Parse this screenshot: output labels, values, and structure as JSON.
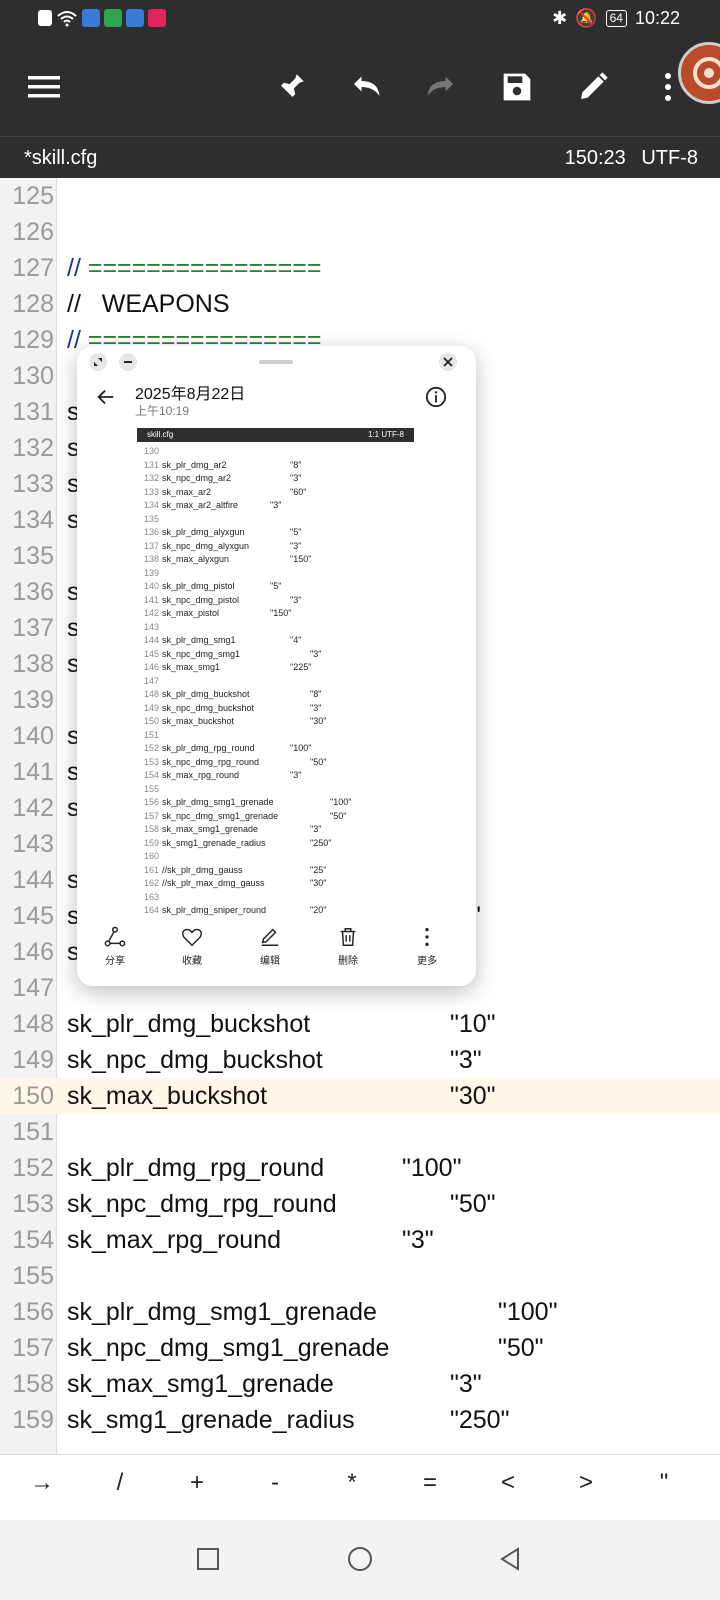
{
  "status": {
    "time": "10:22",
    "battery": "64"
  },
  "file": {
    "name": "*skill.cfg",
    "position": "150:23",
    "encoding": "UTF-8"
  },
  "editor_lines": [
    {
      "n": "125",
      "code": "",
      "value": "",
      "vx": 0
    },
    {
      "n": "126",
      "code": "",
      "value": "",
      "vx": 0
    },
    {
      "n": "127",
      "code": "// ================",
      "comment": true,
      "value": "",
      "vx": 0
    },
    {
      "n": "128",
      "code": "//   WEAPONS",
      "value": "",
      "vx": 0
    },
    {
      "n": "129",
      "code": "// ================",
      "comment": true,
      "value": "",
      "vx": 0
    },
    {
      "n": "130",
      "code": "",
      "value": "",
      "vx": 0
    },
    {
      "n": "131",
      "code": "s",
      "value": "",
      "vx": 0
    },
    {
      "n": "132",
      "code": "s",
      "value": "",
      "vx": 0
    },
    {
      "n": "133",
      "code": "s",
      "value": "",
      "vx": 0
    },
    {
      "n": "134",
      "code": "s",
      "value": "",
      "vx": 0
    },
    {
      "n": "135",
      "code": "",
      "value": "",
      "vx": 0
    },
    {
      "n": "136",
      "code": "s",
      "value": "",
      "vx": 0
    },
    {
      "n": "137",
      "code": "s",
      "value": "",
      "vx": 0
    },
    {
      "n": "138",
      "code": "s",
      "value": "",
      "vx": 0
    },
    {
      "n": "139",
      "code": "",
      "value": "",
      "vx": 0
    },
    {
      "n": "140",
      "code": "s",
      "value": "",
      "vx": 0
    },
    {
      "n": "141",
      "code": "s",
      "value": "",
      "vx": 0
    },
    {
      "n": "142",
      "code": "s",
      "value": "",
      "vx": 0
    },
    {
      "n": "143",
      "code": "",
      "value": "",
      "vx": 0
    },
    {
      "n": "144",
      "code": "s",
      "value": "",
      "vx": 0
    },
    {
      "n": "145",
      "code": "s",
      "value": "\"",
      "vx": 472
    },
    {
      "n": "146",
      "code": "s",
      "value": "",
      "vx": 0
    },
    {
      "n": "147",
      "code": "",
      "value": "",
      "vx": 0
    },
    {
      "n": "148",
      "code": "sk_plr_dmg_buckshot",
      "value": "\"10\"",
      "vx": 450
    },
    {
      "n": "149",
      "code": "sk_npc_dmg_buckshot",
      "value": "\"3\"",
      "vx": 450
    },
    {
      "n": "150",
      "code": "sk_max_buckshot",
      "value": "\"30\"",
      "vx": 450,
      "current": true
    },
    {
      "n": "151",
      "code": "",
      "value": "",
      "vx": 0
    },
    {
      "n": "152",
      "code": "sk_plr_dmg_rpg_round",
      "value": "\"100\"",
      "vx": 402
    },
    {
      "n": "153",
      "code": "sk_npc_dmg_rpg_round",
      "value": "\"50\"",
      "vx": 450
    },
    {
      "n": "154",
      "code": "sk_max_rpg_round",
      "value": "\"3\"",
      "vx": 402
    },
    {
      "n": "155",
      "code": "",
      "value": "",
      "vx": 0
    },
    {
      "n": "156",
      "code": "sk_plr_dmg_smg1_grenade",
      "value": "\"100\"",
      "vx": 498
    },
    {
      "n": "157",
      "code": "sk_npc_dmg_smg1_grenade",
      "value": "\"50\"",
      "vx": 498
    },
    {
      "n": "158",
      "code": "sk_max_smg1_grenade",
      "value": "\"3\"",
      "vx": 450
    },
    {
      "n": "159",
      "code": "sk_smg1_grenade_radius",
      "value": "\"250\"",
      "vx": 450
    }
  ],
  "keys": [
    "→",
    "/",
    "+",
    "-",
    "*",
    "=",
    "<",
    ">",
    "\""
  ],
  "popup": {
    "date": "2025年8月22日",
    "time": "上午10:19",
    "shot_title": "skill.cfg",
    "shot_pos": "1:1  UTF-8",
    "lines": [
      {
        "n": "130",
        "code": "",
        "value": "",
        "vx": 0
      },
      {
        "n": "131",
        "code": "sk_plr_dmg_ar2",
        "value": "\"8\"",
        "vx": 153
      },
      {
        "n": "132",
        "code": "sk_npc_dmg_ar2",
        "value": "\"3\"",
        "vx": 153
      },
      {
        "n": "133",
        "code": "sk_max_ar2",
        "value": "\"60\"",
        "vx": 153
      },
      {
        "n": "134",
        "code": "sk_max_ar2_altfire",
        "value": "\"3\"",
        "vx": 133
      },
      {
        "n": "135",
        "code": "",
        "value": "",
        "vx": 0
      },
      {
        "n": "136",
        "code": "sk_plr_dmg_alyxgun",
        "value": "\"5\"",
        "vx": 153
      },
      {
        "n": "137",
        "code": "sk_npc_dmg_alyxgun",
        "value": "\"3\"",
        "vx": 153
      },
      {
        "n": "138",
        "code": "sk_max_alyxgun",
        "value": "\"150\"",
        "vx": 153
      },
      {
        "n": "139",
        "code": "",
        "value": "",
        "vx": 0
      },
      {
        "n": "140",
        "code": "sk_plr_dmg_pistol",
        "value": "\"5\"",
        "vx": 133
      },
      {
        "n": "141",
        "code": "sk_npc_dmg_pistol",
        "value": "\"3\"",
        "vx": 153
      },
      {
        "n": "142",
        "code": "sk_max_pistol",
        "value": "\"150\"",
        "vx": 133
      },
      {
        "n": "143",
        "code": "",
        "value": "",
        "vx": 0
      },
      {
        "n": "144",
        "code": "sk_plr_dmg_smg1",
        "value": "\"4\"",
        "vx": 153
      },
      {
        "n": "145",
        "code": "sk_npc_dmg_smg1",
        "value": "\"3\"",
        "vx": 173
      },
      {
        "n": "146",
        "code": "sk_max_smg1",
        "value": "\"225\"",
        "vx": 153
      },
      {
        "n": "147",
        "code": "",
        "value": "",
        "vx": 0
      },
      {
        "n": "148",
        "code": "sk_plr_dmg_buckshot",
        "value": "\"8\"",
        "vx": 173
      },
      {
        "n": "149",
        "code": "sk_npc_dmg_buckshot",
        "value": "\"3\"",
        "vx": 173
      },
      {
        "n": "150",
        "code": "sk_max_buckshot",
        "value": "\"30\"",
        "vx": 173
      },
      {
        "n": "151",
        "code": "",
        "value": "",
        "vx": 0
      },
      {
        "n": "152",
        "code": "sk_plr_dmg_rpg_round",
        "value": "\"100\"",
        "vx": 153
      },
      {
        "n": "153",
        "code": "sk_npc_dmg_rpg_round",
        "value": "\"50\"",
        "vx": 173
      },
      {
        "n": "154",
        "code": "sk_max_rpg_round",
        "value": "\"3\"",
        "vx": 153
      },
      {
        "n": "155",
        "code": "",
        "value": "",
        "vx": 0
      },
      {
        "n": "156",
        "code": "sk_plr_dmg_smg1_grenade",
        "value": "\"100\"",
        "vx": 193
      },
      {
        "n": "157",
        "code": "sk_npc_dmg_smg1_grenade",
        "value": "\"50\"",
        "vx": 193
      },
      {
        "n": "158",
        "code": "sk_max_smg1_grenade",
        "value": "\"3\"",
        "vx": 173
      },
      {
        "n": "159",
        "code": "sk_smg1_grenade_radius",
        "value": "\"250\"",
        "vx": 173
      },
      {
        "n": "160",
        "code": "",
        "value": "",
        "vx": 0
      },
      {
        "n": "161",
        "code": "//sk_plr_dmg_gauss",
        "value": "\"25\"",
        "vx": 173
      },
      {
        "n": "162",
        "code": "//sk_plr_max_dmg_gauss",
        "value": "\"30\"",
        "vx": 173
      },
      {
        "n": "163",
        "code": "",
        "value": "",
        "vx": 0
      },
      {
        "n": "164",
        "code": "sk_plr_dmg_sniper_round",
        "value": "\"20\"",
        "vx": 173
      }
    ],
    "actions": [
      {
        "label": "分享",
        "icon": "share-icon"
      },
      {
        "label": "收藏",
        "icon": "heart-icon"
      },
      {
        "label": "编辑",
        "icon": "edit-icon"
      },
      {
        "label": "删除",
        "icon": "trash-icon"
      },
      {
        "label": "更多",
        "icon": "more-icon"
      }
    ]
  }
}
